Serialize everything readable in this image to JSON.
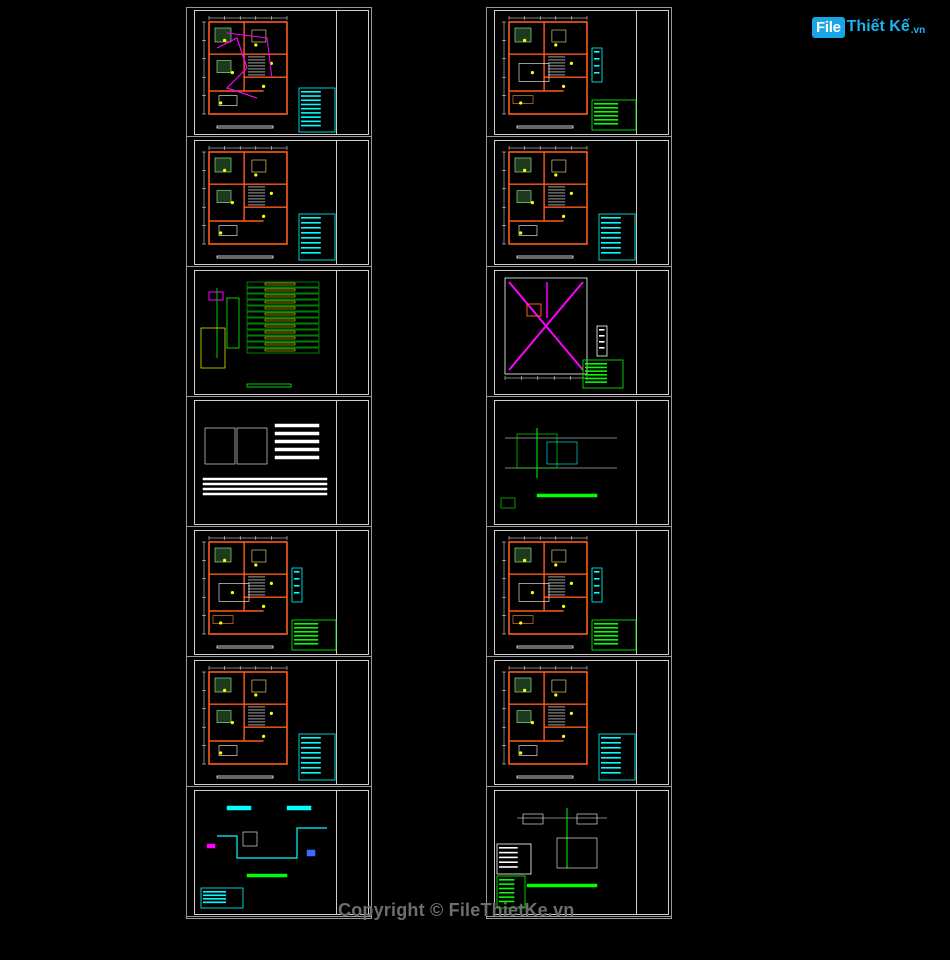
{
  "logo": {
    "file": "File",
    "brand": "Thiết Kế",
    "tld": ".vn"
  },
  "copyright": "Copyright © FileThietKe.vn",
  "colors": {
    "background": "#000000",
    "frame": "#cfcfcf",
    "wall": "#ff5a1a",
    "dim": "#ffffff",
    "annotation": "#00ffff",
    "green": "#00ff00",
    "magenta": "#ff00ff",
    "yellow": "#ffff00",
    "blue": "#3a6bff"
  },
  "columns": {
    "left": {
      "sheets": [
        {
          "kind": "plan-color"
        },
        {
          "kind": "plan-rooms"
        },
        {
          "kind": "schematic-table"
        },
        {
          "kind": "notes"
        },
        {
          "kind": "plan-rooms-b"
        },
        {
          "kind": "plan-rooms"
        },
        {
          "kind": "detail-water"
        }
      ]
    },
    "right": {
      "sheets": [
        {
          "kind": "plan-rooms-b"
        },
        {
          "kind": "plan-rooms"
        },
        {
          "kind": "roof-plan"
        },
        {
          "kind": "section"
        },
        {
          "kind": "plan-rooms-b"
        },
        {
          "kind": "plan-rooms"
        },
        {
          "kind": "section-2"
        }
      ]
    }
  }
}
